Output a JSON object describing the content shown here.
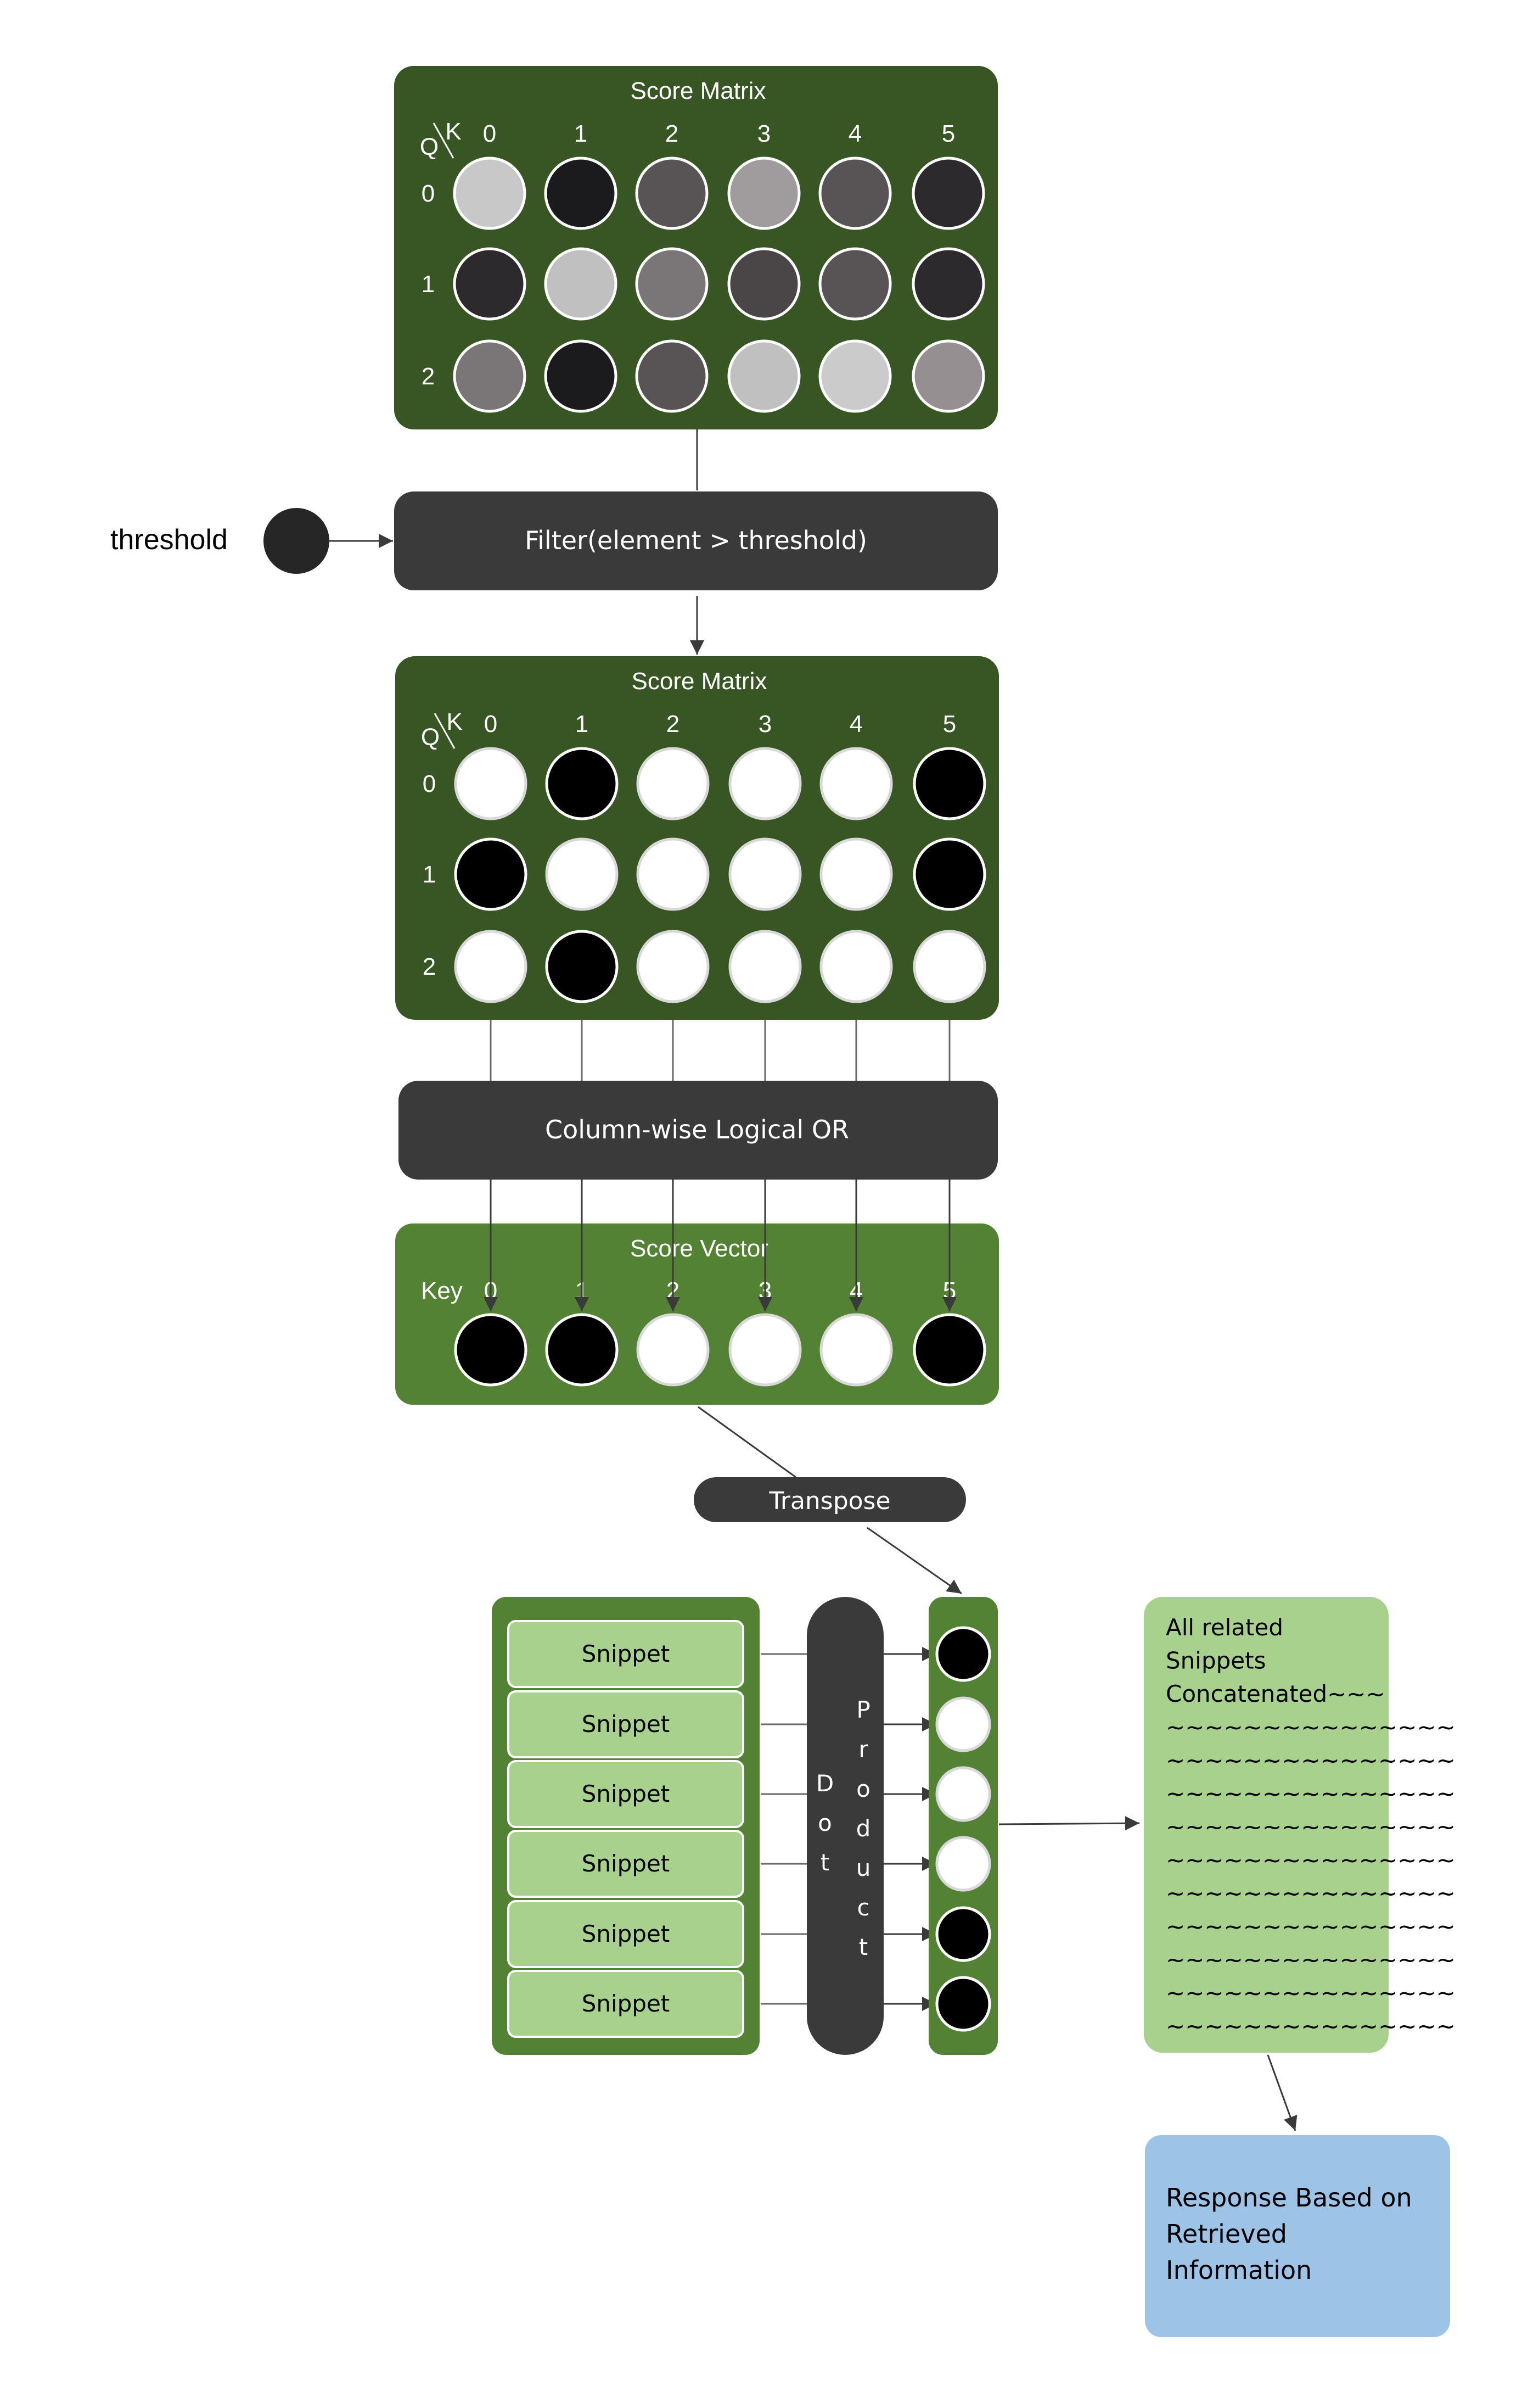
{
  "score_matrix_1": {
    "title": "Score Matrix",
    "q_label": "Q",
    "k_label": "K",
    "col_labels": [
      "0",
      "1",
      "2",
      "3",
      "4",
      "5"
    ],
    "row_labels": [
      "0",
      "1",
      "2"
    ],
    "cell_colors": [
      [
        "#c8c8c8",
        "#1b1b1d",
        "#585456",
        "#a09c9d",
        "#585456",
        "#2c2a2d"
      ],
      [
        "#2c2a2d",
        "#c0c0c0",
        "#7a7577",
        "#4a4547",
        "#585456",
        "#2c2a2d"
      ],
      [
        "#7a7577",
        "#1b1b1d",
        "#585456",
        "#c0c0c0",
        "#cbcbcb",
        "#958f91"
      ]
    ]
  },
  "threshold": {
    "label": "threshold"
  },
  "filter_box": {
    "label": "Filter(element > threshold)"
  },
  "score_matrix_2": {
    "title": "Score Matrix",
    "q_label": "Q",
    "k_label": "K",
    "col_labels": [
      "0",
      "1",
      "2",
      "3",
      "4",
      "5"
    ],
    "row_labels": [
      "0",
      "1",
      "2"
    ],
    "cell_values": [
      [
        0,
        1,
        0,
        0,
        0,
        1
      ],
      [
        1,
        0,
        0,
        0,
        0,
        1
      ],
      [
        0,
        1,
        0,
        0,
        0,
        0
      ]
    ]
  },
  "or_box": {
    "label": "Column-wise Logical OR"
  },
  "score_vector": {
    "title": "Score Vector",
    "key_label": "Key",
    "col_labels": [
      "0",
      "1",
      "2",
      "3",
      "4",
      "5"
    ],
    "values": [
      1,
      1,
      0,
      0,
      0,
      1
    ]
  },
  "transpose_box": {
    "label": "Transpose"
  },
  "snippets": {
    "items": [
      "Snippet",
      "Snippet",
      "Snippet",
      "Snippet",
      "Snippet",
      "Snippet"
    ]
  },
  "dot_product": {
    "letters_left": [
      "D",
      "o",
      "t"
    ],
    "letters_right": [
      "P",
      "r",
      "o",
      "d",
      "u",
      "c",
      "t"
    ]
  },
  "transposed_vector": {
    "values": [
      1,
      0,
      0,
      0,
      1,
      1
    ]
  },
  "concat_box": {
    "lines": [
      "All related",
      "Snippets",
      "Concatenated~~~",
      "~~~~~~~~~~~~~~~",
      "~~~~~~~~~~~~~~~",
      "~~~~~~~~~~~~~~~",
      "~~~~~~~~~~~~~~~",
      "~~~~~~~~~~~~~~~",
      "~~~~~~~~~~~~~~~",
      "~~~~~~~~~~~~~~~",
      "~~~~~~~~~~~~~~~",
      "~~~~~~~~~~~~~~~",
      "~~~~~~~~~~~~~~~"
    ]
  },
  "response_box": {
    "lines": [
      "Response Based on",
      "Retrieved",
      "Information"
    ]
  },
  "colors": {
    "dark_green": "#375623",
    "mid_green": "#548235",
    "light_green": "#a9d18e",
    "dark_box": "#3a3a3a",
    "blue": "#9dc3e6",
    "circle_black": "#000000",
    "circle_white": "#ffffff"
  }
}
